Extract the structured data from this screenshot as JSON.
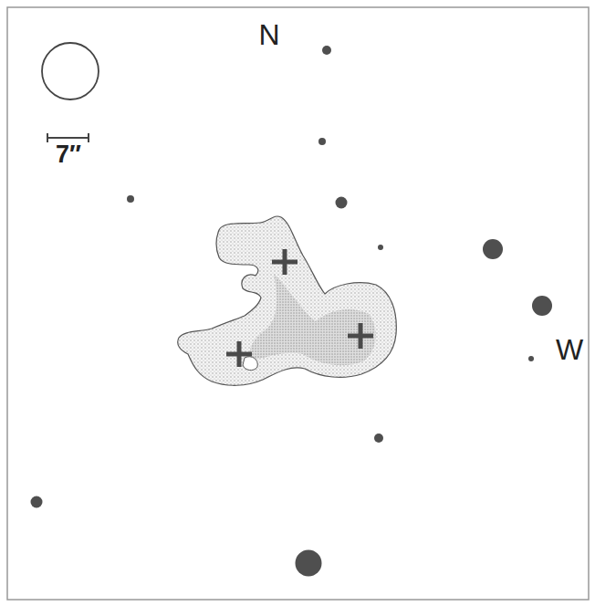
{
  "diagram": {
    "labels": [
      "N",
      "W",
      "7″"
    ]
  }
}
